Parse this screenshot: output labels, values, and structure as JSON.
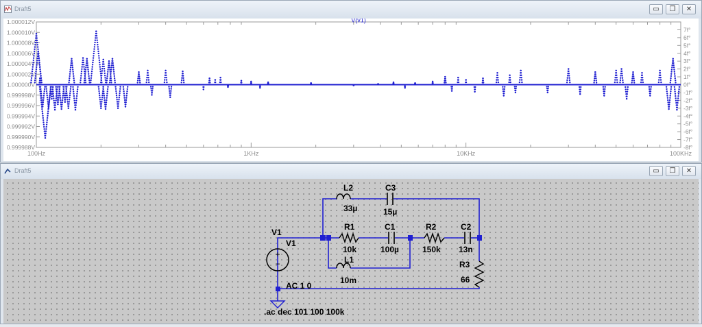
{
  "plot_window": {
    "title": "Draft5",
    "min_label": "▭",
    "restore_label": "❐",
    "close_label": "✕"
  },
  "schematic_window": {
    "title": "Draft5",
    "min_label": "▭",
    "restore_label": "❐",
    "close_label": "✕"
  },
  "colors": {
    "trace": "#1f1fd1",
    "wire": "#1f1fd1",
    "grid": "#9a9a9a",
    "axis_text": "#8c8c8c"
  },
  "chart_data": {
    "type": "scatter",
    "title": "V(v1)",
    "x_scale": "log",
    "xlim": [
      100,
      100000
    ],
    "x_ticks": [
      100,
      1000,
      10000,
      100000
    ],
    "x_tick_labels": [
      "100Hz",
      "1KHz",
      "10KHz",
      "100KHz"
    ],
    "left_axis": {
      "ylim": [
        0.999988,
        1.000012
      ],
      "ticks": [
        1.000012,
        1.00001,
        1.000008,
        1.000006,
        1.000004,
        1.000002,
        1.0,
        0.999998,
        0.999996,
        0.999994,
        0.999992,
        0.99999,
        0.999988
      ],
      "tick_labels": [
        "1.000012V",
        "1.000010V",
        "1.000008V",
        "1.000006V",
        "1.000004V",
        "1.000002V",
        "1.000000V",
        "0.999998V",
        "0.999996V",
        "0.999994V",
        "0.999992V",
        "0.999990V",
        "0.999988V"
      ]
    },
    "right_axis": {
      "ylim": [
        -8,
        8
      ],
      "ticks": [
        7,
        6,
        5,
        4,
        3,
        2,
        1,
        0,
        -1,
        -2,
        -3,
        -4,
        -5,
        -6,
        -7,
        -8
      ],
      "tick_labels": [
        "7f°",
        "6f°",
        "5f°",
        "4f°",
        "3f°",
        "2f°",
        "1f°",
        "0f°",
        "-1f°",
        "-2f°",
        "-3f°",
        "-4f°",
        "-5f°",
        "-6f°",
        "-7f°",
        "-8f°"
      ]
    },
    "magnitude_line_V": 1.0,
    "phase_points": [
      {
        "f": 100,
        "p": 6.5
      },
      {
        "f": 102,
        "p": 4.2
      },
      {
        "f": 104,
        "p": 0.8
      },
      {
        "f": 107,
        "p": -2.8
      },
      {
        "f": 110,
        "p": -6.8
      },
      {
        "f": 114,
        "p": -3.0
      },
      {
        "f": 118,
        "p": -1.8
      },
      {
        "f": 122,
        "p": -3.2
      },
      {
        "f": 126,
        "p": -2.5
      },
      {
        "f": 131,
        "p": -3.1
      },
      {
        "f": 136,
        "p": -2.2
      },
      {
        "f": 141,
        "p": -3.0
      },
      {
        "f": 146,
        "p": 3.3
      },
      {
        "f": 152,
        "p": -3.2
      },
      {
        "f": 165,
        "p": 3.4
      },
      {
        "f": 172,
        "p": 3.3
      },
      {
        "f": 190,
        "p": 6.8
      },
      {
        "f": 200,
        "p": -3.0
      },
      {
        "f": 205,
        "p": 3.2
      },
      {
        "f": 210,
        "p": -3.1
      },
      {
        "f": 218,
        "p": 3.0
      },
      {
        "f": 226,
        "p": 3.3
      },
      {
        "f": 240,
        "p": -3.0
      },
      {
        "f": 260,
        "p": -2.8
      },
      {
        "f": 300,
        "p": 1.6
      },
      {
        "f": 330,
        "p": 1.8
      },
      {
        "f": 345,
        "p": -1.3
      },
      {
        "f": 400,
        "p": 1.8
      },
      {
        "f": 420,
        "p": -1.6
      },
      {
        "f": 480,
        "p": 1.7
      },
      {
        "f": 600,
        "p": -0.6
      },
      {
        "f": 640,
        "p": 0.8
      },
      {
        "f": 680,
        "p": 0.6
      },
      {
        "f": 720,
        "p": 0.9
      },
      {
        "f": 780,
        "p": -0.3
      },
      {
        "f": 900,
        "p": 0.5
      },
      {
        "f": 1000,
        "p": 0.4
      },
      {
        "f": 1100,
        "p": -0.4
      },
      {
        "f": 1200,
        "p": 0.3
      },
      {
        "f": 1900,
        "p": 0.2
      },
      {
        "f": 3000,
        "p": -0.1
      },
      {
        "f": 3900,
        "p": 0.1
      },
      {
        "f": 4600,
        "p": 0.3
      },
      {
        "f": 5200,
        "p": -0.4
      },
      {
        "f": 5800,
        "p": 0.2
      },
      {
        "f": 7000,
        "p": 0.4
      },
      {
        "f": 8000,
        "p": 1.0
      },
      {
        "f": 8600,
        "p": -0.8
      },
      {
        "f": 9200,
        "p": 0.9
      },
      {
        "f": 10000,
        "p": 0.6
      },
      {
        "f": 11000,
        "p": -0.9
      },
      {
        "f": 12000,
        "p": 0.8
      },
      {
        "f": 14000,
        "p": 1.5
      },
      {
        "f": 15000,
        "p": -1.4
      },
      {
        "f": 16000,
        "p": 1.2
      },
      {
        "f": 17000,
        "p": -1.0
      },
      {
        "f": 18000,
        "p": 1.8
      },
      {
        "f": 24000,
        "p": -1.0
      },
      {
        "f": 30000,
        "p": 2.0
      },
      {
        "f": 34000,
        "p": -1.2
      },
      {
        "f": 40000,
        "p": 1.6
      },
      {
        "f": 44000,
        "p": -1.4
      },
      {
        "f": 50000,
        "p": 1.8
      },
      {
        "f": 53000,
        "p": 2.0
      },
      {
        "f": 56000,
        "p": -1.8
      },
      {
        "f": 60000,
        "p": 1.6
      },
      {
        "f": 66000,
        "p": 1.5
      },
      {
        "f": 72000,
        "p": -1.4
      },
      {
        "f": 80000,
        "p": 1.8
      },
      {
        "f": 88000,
        "p": -3.1
      },
      {
        "f": 92000,
        "p": 3.3
      },
      {
        "f": 96000,
        "p": -3.2
      }
    ]
  },
  "schematic": {
    "components": {
      "L2": {
        "name": "L2",
        "value": "33µ"
      },
      "C3": {
        "name": "C3",
        "value": "15µ"
      },
      "R1": {
        "name": "R1",
        "value": "10k"
      },
      "C1": {
        "name": "C1",
        "value": "100µ"
      },
      "R2": {
        "name": "R2",
        "value": "150k"
      },
      "C2": {
        "name": "C2",
        "value": "13n"
      },
      "L1": {
        "name": "L1",
        "value": "10m"
      },
      "R3": {
        "name": "R3",
        "value": "66"
      }
    },
    "source": {
      "name": "V1",
      "net_label": "V1",
      "value": "AC 1 0"
    },
    "directive": ".ac dec 101 100 100k"
  }
}
